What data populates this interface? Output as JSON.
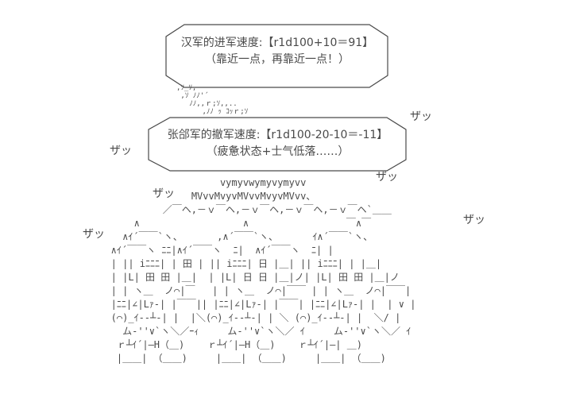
{
  "colors": {
    "background": "#ffffff",
    "ink": "#4a4a4a"
  },
  "bubbles": [
    {
      "line1": "汉军的进军速度:【r1d100+10＝91】",
      "line2": "（靠近一点，再靠近一点！）"
    },
    {
      "line1": "张郃军的撤军速度:【r1d100-20-10＝-11】",
      "line2": "（疲惫状态+士气低落……）"
    }
  ],
  "sfx": {
    "label": "ザッ"
  },
  "bubble_tail": {
    "lines": [
      ",ｿ_ｿ,",
      " ,ｿ ﾉﾉ'´",
      "   ﾉﾉ,,ｒ;ｿ,,..",
      "      ,ﾉﾉ ｯ ｺｯｒ;ｿ"
    ]
  },
  "ascii_army": {
    "lines": [
      "                      vymyvwymyvymyvv",
      "                 MVvvMvyvMVvvMvyvMVvv、",
      "            ／￣ヘ,－ｖ￣ヘ,－ｖ￣ヘ,－ｖ￣ヘ,－ｖ￣ヘ`＿＿",
      "       ∧                  ∧                 ￣∧￣",
      "     ∧ｲ´￣￣`ヽ、      ,∧´￣￣`ヽ、      ｲ∧´￣￣`ヽ、",
      "   ∧ｲ´￣￣ヽ ﾆﾆ|∧ｲ´￣￣ヽ  ﾆ|  ∧ｲ´￣￣ヽ  ﾆ| |",
      "   | || iﾆﾆﾆ| | 田 | || iﾆﾆﾆ| 日 |＿| || iﾆﾆﾆ| | |＿|",
      "   | |L| 田 田 |＿|  | |L| 日 日 |＿|ノ| |L| 田 田 |＿|ノ",
      "   | | ヽ＿  ノ⌒|￣   | | ヽ＿  ノ⌒|￣￣ | | ヽ＿  ノ⌒|￣￣|",
      "   |ﾆﾆ|∠|Lｧ-| |￣￣|| |ﾆﾆ|∠|Lｧ-| |￣￣| |ﾆﾆ|∠|Lｧ-| |  | ∨ |",
      "   (⌒)_ｲ--┴-| |  |＼(⌒)_ｲ--┴-| | ＼ (⌒)_ｲ--┴-| |  ＼/ |",
      "     ム-''∨`ヽ＼／ｰｨ     ム-''∨`ヽ＼／ ｲ     ム-''∨`ヽ＼／ ｲ",
      "    ｒ┴ｲ´|―H（＿)    ｒ┴ｲ´|―H（＿)    ｒ┴ｲ´|―| ＿)",
      "    |＿＿| （＿＿)     |＿＿| （＿＿)     |＿＿| （＿＿)"
    ]
  }
}
